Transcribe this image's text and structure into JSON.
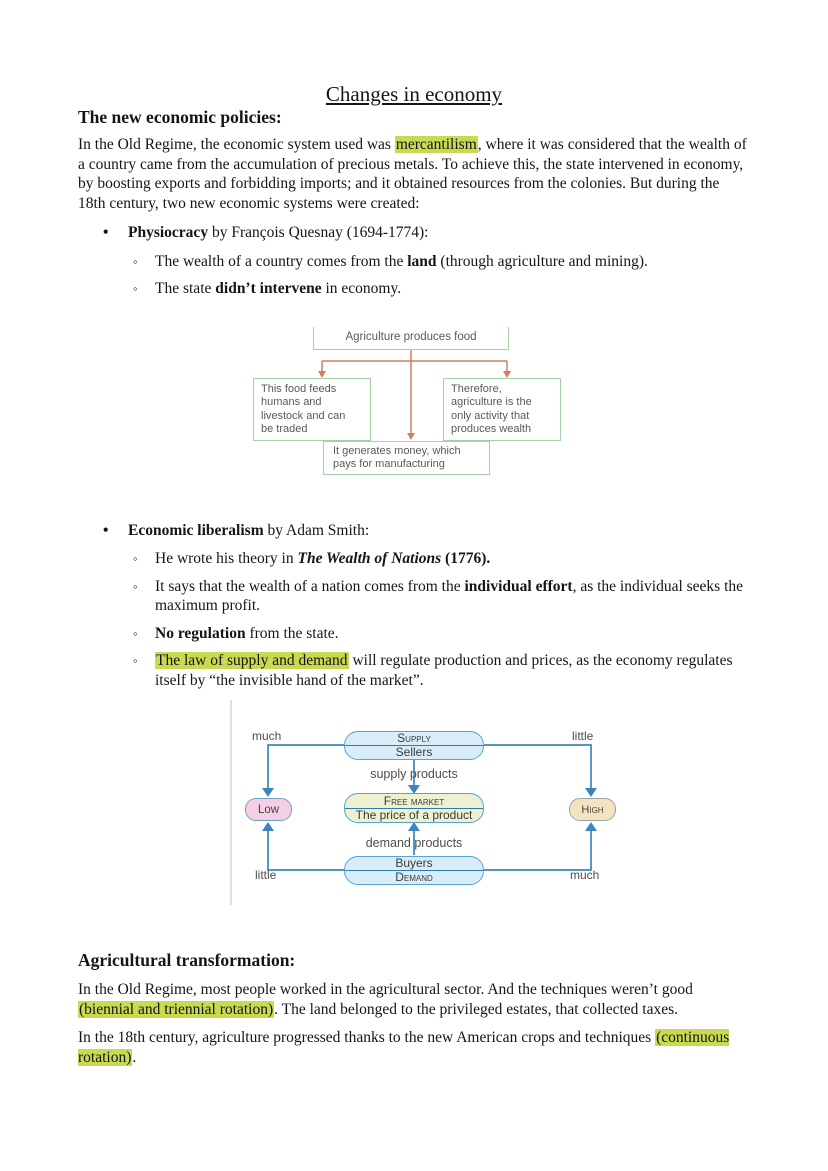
{
  "page": {
    "title": "Changes in economy",
    "highlight_color": "#c9da52"
  },
  "policies": {
    "heading": "The new economic policies:",
    "intro": {
      "pre": "In the Old Regime, the economic system used was ",
      "highlight": "mercantilism",
      "post": ", where it was considered that the wealth of a country came from the accumulation of precious metals. To achieve this, the state intervened in economy, by boosting exports and forbidding imports; and it obtained resources from the colonies. But during the 18th century, two new economic systems were created:"
    },
    "bullet1": {
      "bold": "Physiocracy",
      "rest": " by François Quesnay (1694-1774):"
    },
    "sub1a": {
      "pre": "The wealth of a country comes from the ",
      "bold": "land",
      "post": " (through agriculture and mining)."
    },
    "sub1b": {
      "pre": "The state ",
      "bold": "didn’t intervene",
      "post": " in economy."
    },
    "bullet2": {
      "bold": "Economic liberalism",
      "rest": " by Adam Smith:"
    },
    "sub2a": {
      "pre": "He wrote his theory in ",
      "bolditalic": "The Wealth of Nations",
      "bold": " (1776)."
    },
    "sub2b": {
      "pre": "It says that the wealth of a nation comes from the ",
      "bold": "individual effort",
      "post": ", as the individual seeks the maximum profit."
    },
    "sub2c": {
      "bold": "No regulation",
      "post": " from the state."
    },
    "sub2d": {
      "highlight": "The law of supply and demand",
      "post": " will regulate production and prices, as the economy regulates itself by “the invisible hand of the market”."
    }
  },
  "agriculture": {
    "heading": "Agricultural transformation:",
    "p1": {
      "pre": "In the Old Regime, most people worked in the agricultural sector. And the techniques weren’t good ",
      "highlight": "(biennial and triennial rotation)",
      "post": ". The land belonged to the privileged estates, that collected taxes."
    },
    "p2": {
      "pre": "In the 18th century, agriculture progressed thanks to the new American crops and techniques ",
      "highlight": "(continuous rotation)",
      "post": "."
    }
  },
  "diagram1": {
    "top": "Agriculture produces food",
    "left_lines": [
      "This food feeds",
      "humans and",
      "livestock and can",
      "be traded"
    ],
    "right_lines": [
      "Therefore,",
      "agriculture is the",
      "only activity that",
      "produces wealth"
    ],
    "bottom_lines": [
      "It generates money, which",
      "pays for manufacturing"
    ],
    "box_border_color": "#a8cfa8",
    "arrow_color": "#cd7f5f"
  },
  "diagram2": {
    "corner_labels": {
      "top_left": "much",
      "top_right": "little",
      "bottom_left": "little",
      "bottom_right": "much"
    },
    "supply": {
      "title": "Supply",
      "sub": "Sellers"
    },
    "market": {
      "title": "Free market",
      "sub": "The price of a product"
    },
    "buyers": {
      "title": "Buyers",
      "sub": "Demand"
    },
    "low": "Low",
    "high": "High",
    "supply_arrow_label": "supply products",
    "demand_arrow_label": "demand products",
    "colors": {
      "box_fill_blue": "#d9edf9",
      "box_border_blue": "#54a3d4",
      "market_fill": "#ecf2d0",
      "low_fill": "#f4cfe3",
      "high_fill": "#f6e3bd",
      "arrow_blue": "#3c86bd"
    }
  }
}
